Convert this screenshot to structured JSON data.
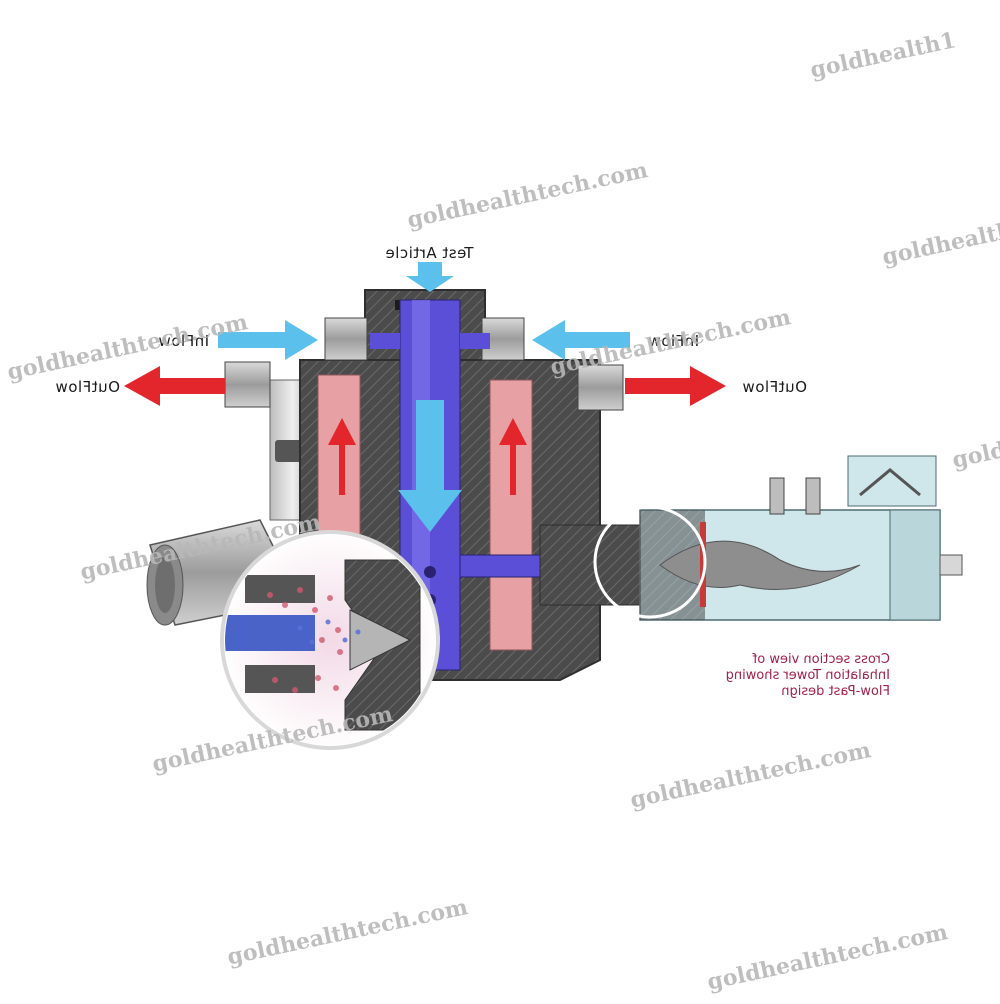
{
  "labels": {
    "test_article": "Test Article",
    "inflow_left": "InFlow",
    "inflow_right": "InFlow",
    "outflow_left": "OutFlow",
    "outflow_right": "OutFlow"
  },
  "caption": {
    "line1": "Cross section view of",
    "line2": "Inhalation Tower showing",
    "line3": "Flow-Past design"
  },
  "watermarks": [
    "goldhealth1",
    "goldhealthtech.com",
    "goldhealthtech.com",
    "goldhealth",
    "goldhealthtech.com",
    "gold",
    "goldhealthtech.com",
    "goldhealthtech.com",
    "goldhealthtech.com",
    "goldhealthtech.com",
    "goldhealthtech.com"
  ],
  "colors": {
    "inflow_arrow": "#5bc0ec",
    "outflow_arrow": "#e3262b",
    "core_channel": "#5a4fd6",
    "return_channel": "#e7a1a5",
    "housing": "#4a4a4a",
    "caption_text": "#a0224a"
  }
}
